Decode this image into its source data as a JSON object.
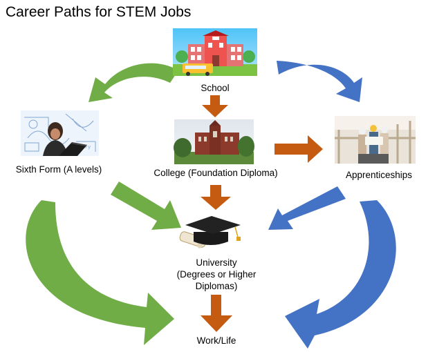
{
  "title": "Career Paths for STEM Jobs",
  "nodes": {
    "school": "School",
    "sixth_form": "Sixth Form (A levels)",
    "college": "College (Foundation Diploma)",
    "apprenticeships": "Apprenticeships",
    "university_line1": "University",
    "university_line2": "(Degrees or Higher",
    "university_line3": "Diplomas)",
    "work_life": "Work/Life"
  },
  "colors": {
    "green_arrow": "#70ad47",
    "blue_arrow": "#4472c4",
    "orange_arrow": "#c55a11"
  },
  "images": {
    "school": "school-building-illustration",
    "sixth_form": "student-laptop-photo",
    "college": "college-building-photo",
    "apprenticeships": "construction-workers-photo",
    "university": "graduation-cap-diploma-illustration"
  }
}
